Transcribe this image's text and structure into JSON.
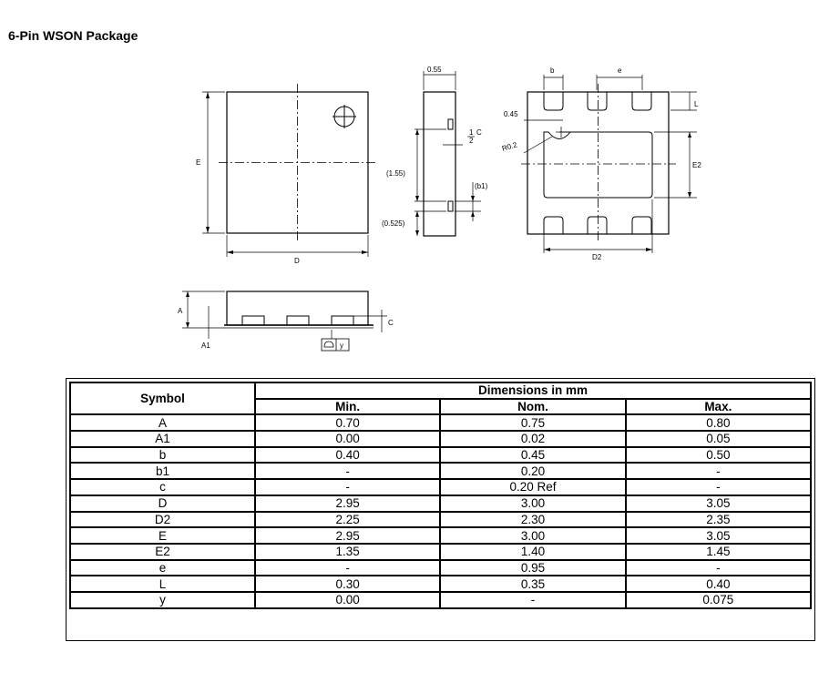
{
  "title": "6-Pin WSON Package",
  "drawing_labels": {
    "top_E": "E",
    "top_D": "D",
    "side_055": "0.55",
    "side_155": "(1.55)",
    "side_0525": "(0.525)",
    "side_b1": "(b1)",
    "side_half": "1",
    "side_half_den": "2",
    "side_c": "C",
    "bottom_b": "b",
    "bottom_e": "e",
    "bottom_045": "0.45",
    "bottom_r02": "R0.2",
    "bottom_L": "L",
    "bottom_E2": "E2",
    "bottom_D2": "D2",
    "front_A": "A",
    "front_A1": "A1",
    "front_C": "C",
    "front_y": "y"
  },
  "table": {
    "symbol_header": "Symbol",
    "dimensions_header": "Dimensions in mm",
    "columns": [
      "Min.",
      "Nom.",
      "Max."
    ],
    "rows": [
      [
        "A",
        "0.70",
        "0.75",
        "0.80"
      ],
      [
        "A1",
        "0.00",
        "0.02",
        "0.05"
      ],
      [
        "b",
        "0.40",
        "0.45",
        "0.50"
      ],
      [
        "b1",
        "-",
        "0.20",
        "-"
      ],
      [
        "c",
        "-",
        "0.20 Ref",
        "-"
      ],
      [
        "D",
        "2.95",
        "3.00",
        "3.05"
      ],
      [
        "D2",
        "2.25",
        "2.30",
        "2.35"
      ],
      [
        "E",
        "2.95",
        "3.00",
        "3.05"
      ],
      [
        "E2",
        "1.35",
        "1.40",
        "1.45"
      ],
      [
        "e",
        "-",
        "0.95",
        "-"
      ],
      [
        "L",
        "0.30",
        "0.35",
        "0.40"
      ],
      [
        "y",
        "0.00",
        "-",
        "0.075"
      ]
    ]
  }
}
